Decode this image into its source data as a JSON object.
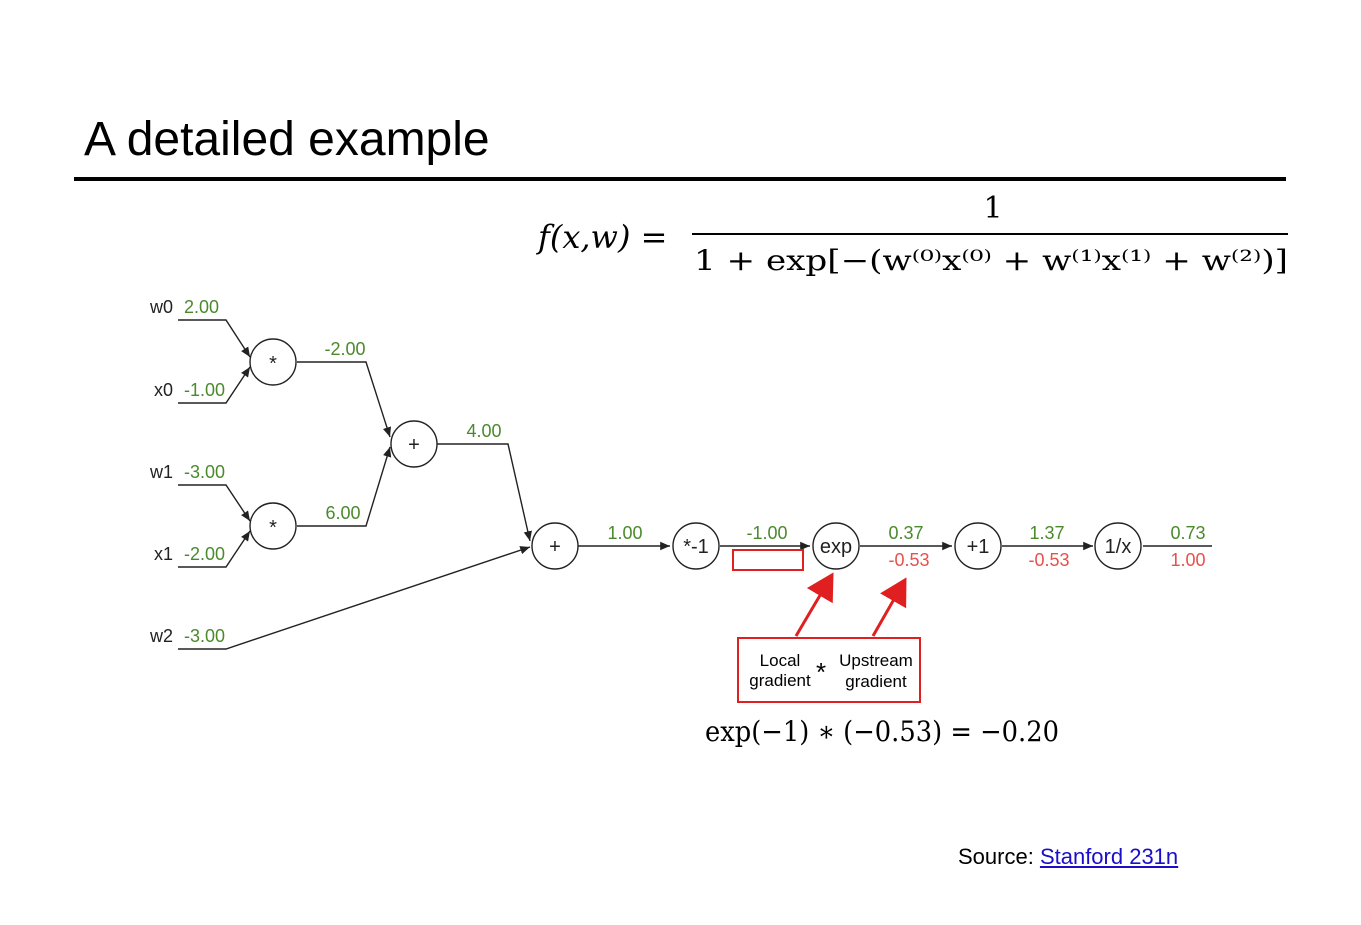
{
  "title": "A detailed example",
  "formula": {
    "lhs": "f(x,w) =",
    "numerator": "1",
    "denominator": "1 + exp[−(w⁽⁰⁾x⁽⁰⁾ + w⁽¹⁾x⁽¹⁾ + w⁽²⁾)]"
  },
  "inputs": [
    {
      "name": "w0",
      "value": "2.00"
    },
    {
      "name": "x0",
      "value": "-1.00"
    },
    {
      "name": "w1",
      "value": "-3.00"
    },
    {
      "name": "x1",
      "value": "-2.00"
    },
    {
      "name": "w2",
      "value": "-3.00"
    }
  ],
  "nodes": {
    "mul1": "*",
    "mul2": "*",
    "add1": "+",
    "add2": "+",
    "neg": "*-1",
    "exp": "exp",
    "plus1": "+1",
    "inv": "1/x"
  },
  "edges": {
    "mul1_out": "-2.00",
    "mul2_out": "6.00",
    "add1_out": "4.00",
    "add2_out": "1.00",
    "neg_out": "-1.00",
    "exp_out": "0.37",
    "exp_grad": "-0.53",
    "plus1_out": "1.37",
    "plus1_grad": "-0.53",
    "inv_out": "0.73",
    "inv_grad": "1.00"
  },
  "callout": {
    "local_line1": "Local",
    "local_line2": "gradient",
    "star": "*",
    "upstream_line1": "Upstream",
    "upstream_line2": "gradient"
  },
  "equation": "exp(−1) ∗ (−0.53) = −0.20",
  "source": {
    "prefix": "Source: ",
    "link": "Stanford 231n"
  },
  "colors": {
    "forward": "#4a8a2c",
    "gradient": "#e8504a",
    "highlight": "#e02020",
    "link": "#1a0dcc"
  }
}
